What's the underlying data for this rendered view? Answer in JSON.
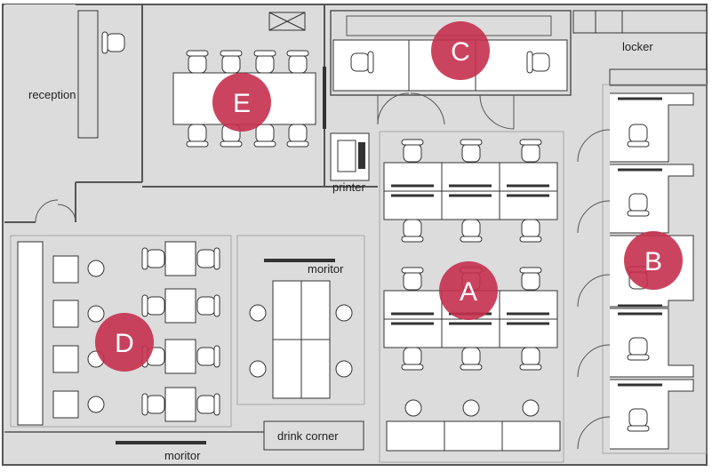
{
  "labels": {
    "reception": "reception",
    "locker": "locker",
    "printer": "printer",
    "monitor_center": "moritor",
    "monitor_bottom": "moritor",
    "drink_corner": "drink corner"
  },
  "zones": {
    "A": "A",
    "B": "B",
    "C": "C",
    "D": "D",
    "E": "E"
  },
  "colors": {
    "floor": "#dcdcdc",
    "wall": "#555555",
    "furniture": "#ffffff",
    "outline": "#333333",
    "monitor": "#333333",
    "badge": "#c5304e"
  }
}
